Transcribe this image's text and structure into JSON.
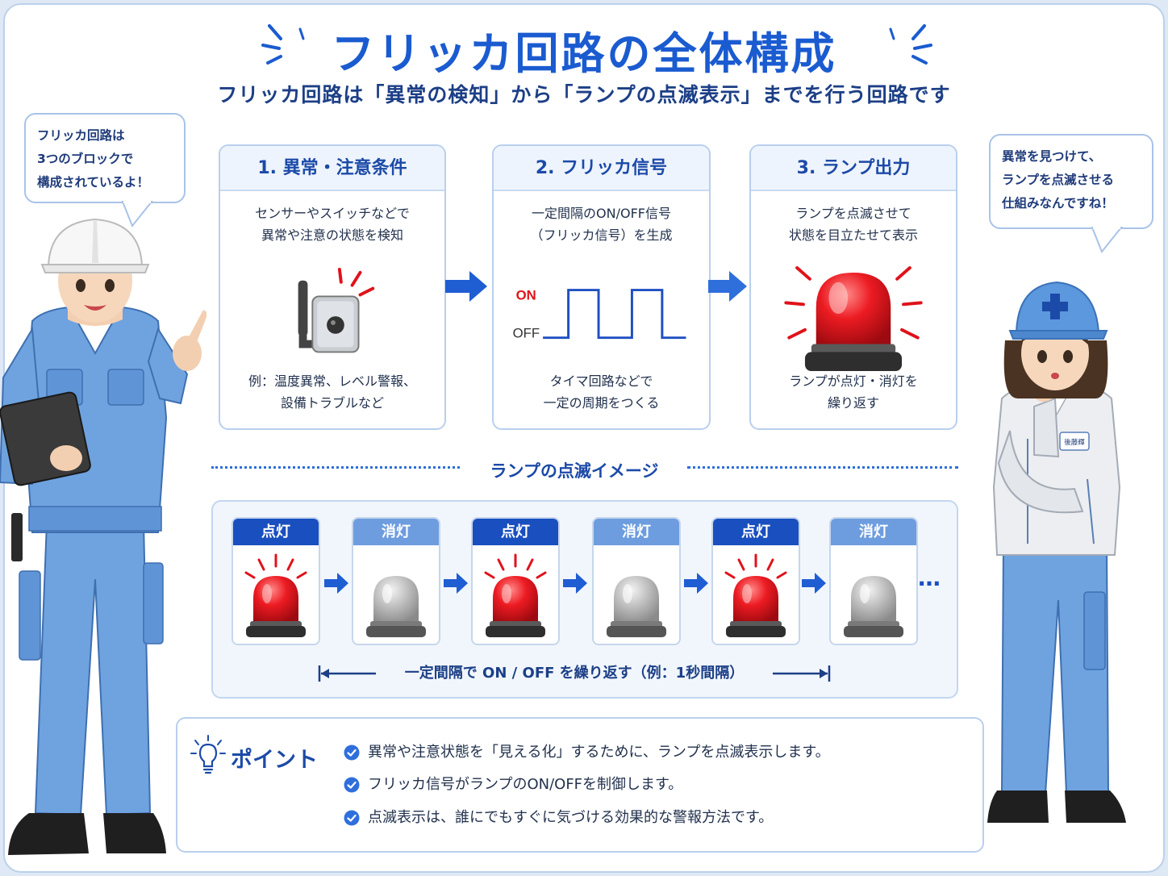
{
  "title": "フリッカ回路の全体構成",
  "subtitle": "フリッカ回路は「異常の検知」から「ランプの点滅表示」までを行う回路です",
  "bubbles": {
    "left": [
      "フリッカ回路は",
      "3つのブロックで",
      "構成されているよ！"
    ],
    "right": [
      "異常を見つけて、",
      "ランプを点滅させる",
      "仕組みなんですね！"
    ]
  },
  "badge_text": "後藤輝",
  "blocks": [
    {
      "title": "1. 異常・注意条件",
      "desc": [
        "センサーやスイッチなどで",
        "異常や注意の状態を検知"
      ],
      "icon": "sensor-switch-icon",
      "note": [
        "例：温度異常、レベル警報、",
        "設備トラブルなど"
      ]
    },
    {
      "title": "2. フリッカ信号",
      "desc": [
        "一定間隔のON/OFF信号",
        "（フリッカ信号）を生成"
      ],
      "icon": "square-wave",
      "signal_on": "ON",
      "signal_off": "OFF",
      "note": [
        "タイマ回路などで",
        "一定の周期をつくる"
      ]
    },
    {
      "title": "3. ランプ出力",
      "desc": [
        "ランプを点滅させて",
        "状態を目立たせて表示"
      ],
      "icon": "red-beacon-lamp-icon",
      "note": [
        "ランプが点灯・消灯を",
        "繰り返す"
      ]
    }
  ],
  "blink_section": {
    "label": "ランプの点滅イメージ",
    "frames": [
      {
        "label": "点灯",
        "state": "on"
      },
      {
        "label": "消灯",
        "state": "off"
      },
      {
        "label": "点灯",
        "state": "on"
      },
      {
        "label": "消灯",
        "state": "off"
      },
      {
        "label": "点灯",
        "state": "on"
      },
      {
        "label": "消灯",
        "state": "off"
      }
    ],
    "ellipsis": "…",
    "interval_text": "一定間隔で ON / OFF を繰り返す（例：1秒間隔）"
  },
  "point": {
    "title": "ポイント",
    "items": [
      "異常や注意状態を「見える化」するために、ランプを点滅表示します。",
      "フリッカ信号がランプのON/OFFを制御します。",
      "点滅表示は、誰にでもすぐに気づける効果的な警報方法です。"
    ]
  },
  "colors": {
    "accent_blue": "#1a5bd0",
    "lamp_red": "#e0121a",
    "lamp_off_gray": "#bdbdbd",
    "uniform_blue": "#6ea3e0"
  }
}
